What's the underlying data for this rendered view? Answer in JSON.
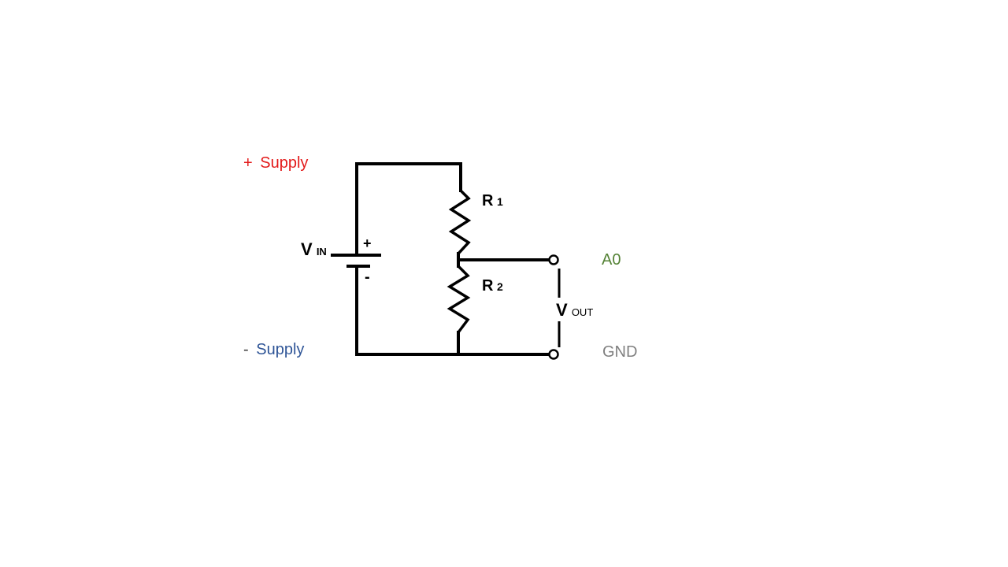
{
  "diagram": {
    "supply_plus": {
      "sign": "+",
      "text": "Supply"
    },
    "supply_minus": {
      "sign": "-",
      "text": "Supply"
    },
    "vin": {
      "main": "V",
      "sub": "IN"
    },
    "battery": {
      "plus": "+",
      "minus": "-"
    },
    "r1": {
      "main": "R",
      "sub": "1"
    },
    "r2": {
      "main": "R",
      "sub": "2"
    },
    "vout": {
      "main": "V",
      "sub": "OUT"
    },
    "a0": "A0",
    "gnd": "GND"
  },
  "colors": {
    "supply_plus": "#e31b1b",
    "supply_minus_sign": "#404040",
    "supply_minus_text": "#2f5597",
    "a0": "#548235",
    "gnd": "#808080"
  }
}
